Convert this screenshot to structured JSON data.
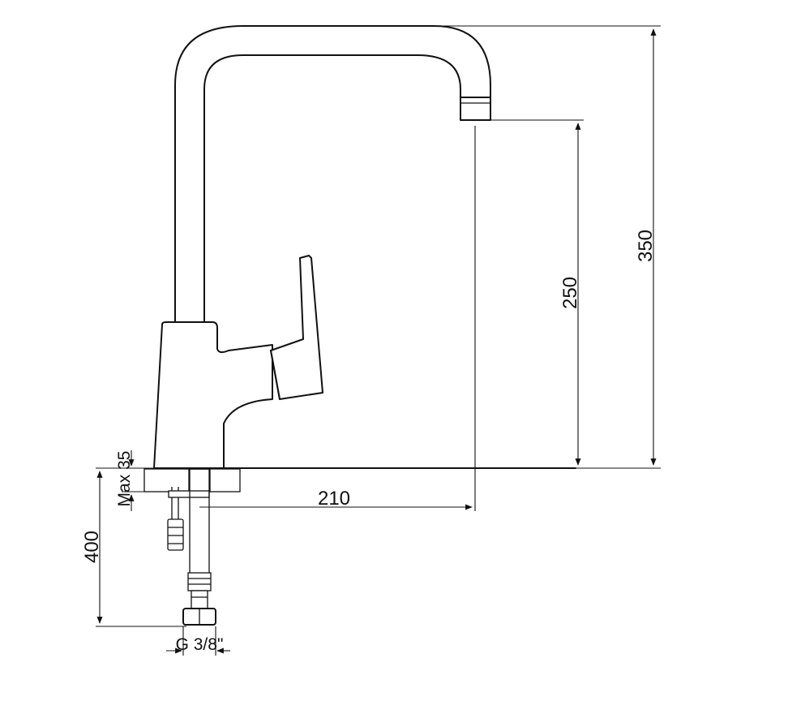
{
  "dimensions": {
    "height_total": "350",
    "height_spout": "250",
    "reach": "210",
    "hose_length": "400",
    "max_thickness": "Max 35",
    "connection": "G 3/8\""
  }
}
